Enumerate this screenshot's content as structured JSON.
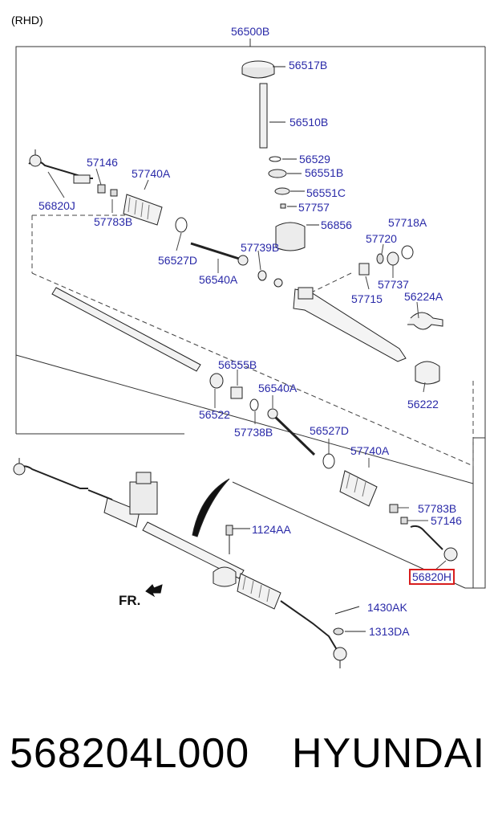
{
  "diagram": {
    "variant": "(RHD)",
    "assembly_label": "56500B",
    "front_label": "FR.",
    "highlight_color": "#d81e1e",
    "callout_color": "#2a2aa8",
    "callouts": [
      {
        "id": "56517B",
        "label": "56517B"
      },
      {
        "id": "56510B",
        "label": "56510B"
      },
      {
        "id": "56529",
        "label": "56529"
      },
      {
        "id": "56551B",
        "label": "56551B"
      },
      {
        "id": "56551C",
        "label": "56551C"
      },
      {
        "id": "57757",
        "label": "57757"
      },
      {
        "id": "56856",
        "label": "56856"
      },
      {
        "id": "57146-top",
        "label": "57146"
      },
      {
        "id": "57740A-top",
        "label": "57740A"
      },
      {
        "id": "56820J",
        "label": "56820J"
      },
      {
        "id": "57783B-top",
        "label": "57783B"
      },
      {
        "id": "56527D-top",
        "label": "56527D"
      },
      {
        "id": "57739B",
        "label": "57739B"
      },
      {
        "id": "56540A-top",
        "label": "56540A"
      },
      {
        "id": "57718A",
        "label": "57718A"
      },
      {
        "id": "57720",
        "label": "57720"
      },
      {
        "id": "57737",
        "label": "57737"
      },
      {
        "id": "57715",
        "label": "57715"
      },
      {
        "id": "56224A",
        "label": "56224A"
      },
      {
        "id": "56555B",
        "label": "56555B"
      },
      {
        "id": "56522",
        "label": "56522"
      },
      {
        "id": "56540A-mid",
        "label": "56540A"
      },
      {
        "id": "57738B",
        "label": "57738B"
      },
      {
        "id": "56527D-mid",
        "label": "56527D"
      },
      {
        "id": "56222",
        "label": "56222"
      },
      {
        "id": "57740A-low",
        "label": "57740A"
      },
      {
        "id": "57783B-low",
        "label": "57783B"
      },
      {
        "id": "57146-low",
        "label": "57146"
      },
      {
        "id": "1124AA",
        "label": "1124AA"
      },
      {
        "id": "56820H",
        "label": "56820H",
        "highlighted": true
      },
      {
        "id": "1430AK",
        "label": "1430AK"
      },
      {
        "id": "1313DA",
        "label": "1313DA"
      }
    ]
  },
  "footer": {
    "part_number": "568204L000",
    "brand": "HYUNDAI"
  }
}
